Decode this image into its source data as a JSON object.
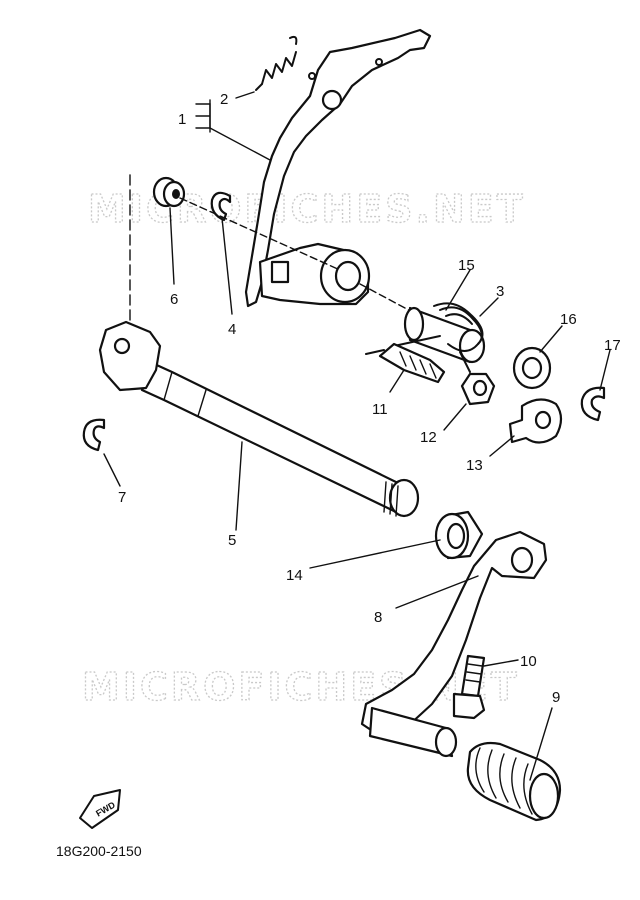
{
  "watermark": {
    "top": "MICROFICHES.NET",
    "bottom": "MICROFICHES.NET"
  },
  "labels": {
    "p1": "1",
    "p2": "2",
    "p3": "3",
    "p4": "4",
    "p5": "5",
    "p6": "6",
    "p7": "7",
    "p8": "8",
    "p9": "9",
    "p10": "10",
    "p11": "11",
    "p12": "12",
    "p13": "13",
    "p14": "14",
    "p15": "15",
    "p16": "16",
    "p17": "17"
  },
  "fwd_badge": "FWD",
  "diagram_code": "18G200-2150"
}
